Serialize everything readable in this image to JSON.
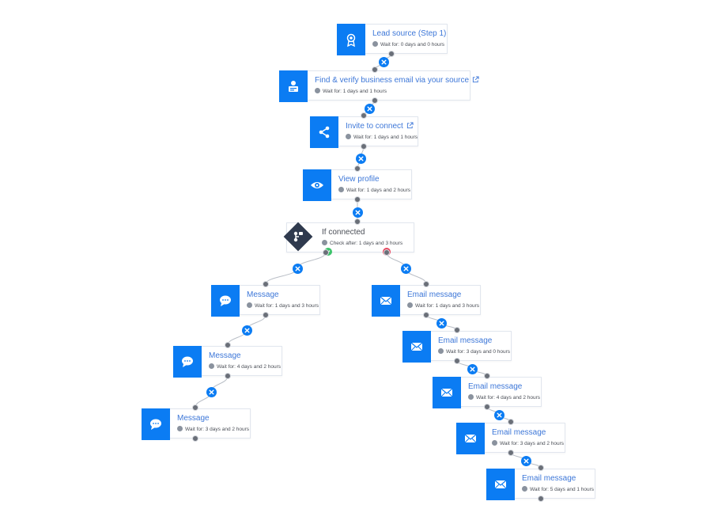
{
  "colors": {
    "accent": "#0b7cf3",
    "title_text": "#3d77d8",
    "condition": "#2f3a4e",
    "yes": "#3cc36a",
    "no": "#e8465e"
  },
  "nodes": [
    {
      "title": "Lead source (Step 1)",
      "wait": "Wait for: 0 days and 0 hours",
      "icon": "rosette-icon"
    },
    {
      "title": "Find & verify business email via your source",
      "wait": "Wait for: 1 days and 1 hours",
      "icon": "person-card-icon",
      "external_link": true
    },
    {
      "title": "Invite to connect",
      "wait": "Wait for: 1 days and 1 hours",
      "icon": "share-icon",
      "external_link": true
    },
    {
      "title": "View profile",
      "wait": "Wait for: 1 days and 2 hours",
      "icon": "eye-icon"
    },
    {
      "title": "If connected",
      "wait": "Check after: 1 days and 3 hours",
      "icon": "branch-icon",
      "condition": true
    },
    {
      "title": "Message",
      "wait": "Wait for: 1 days and 3 hours",
      "icon": "chat-bubble-icon"
    },
    {
      "title": "Message",
      "wait": "Wait for: 4 days and 2 hours",
      "icon": "chat-bubble-icon"
    },
    {
      "title": "Message",
      "wait": "Wait for: 3 days and 2 hours",
      "icon": "chat-bubble-icon"
    },
    {
      "title": "Email message",
      "wait": "Wait for: 1 days and 3 hours",
      "icon": "envelope-icon"
    },
    {
      "title": "Email message",
      "wait": "Wait for: 3 days and 0 hours",
      "icon": "envelope-icon"
    },
    {
      "title": "Email message",
      "wait": "Wait for: 4 days and 2 hours",
      "icon": "envelope-icon"
    },
    {
      "title": "Email message",
      "wait": "Wait for: 3 days and 2 hours",
      "icon": "envelope-icon"
    },
    {
      "title": "Email message",
      "wait": "Wait for: 5 days and 1 hours",
      "icon": "envelope-icon"
    }
  ]
}
